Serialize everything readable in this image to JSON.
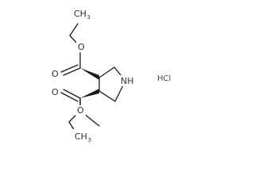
{
  "molecule": {
    "atoms": {
      "upper_methyl": "CH",
      "upper_methyl_subscript": "3",
      "upper_ether_oxygen": "O",
      "upper_carbonyl_oxygen": "O",
      "lower_ether_oxygen": "O",
      "lower_carbonyl_oxygen": "O",
      "lower_methyl": "CH",
      "lower_methyl_subscript": "3",
      "ring_nitrogen": "NH"
    },
    "salt": "HCl"
  }
}
